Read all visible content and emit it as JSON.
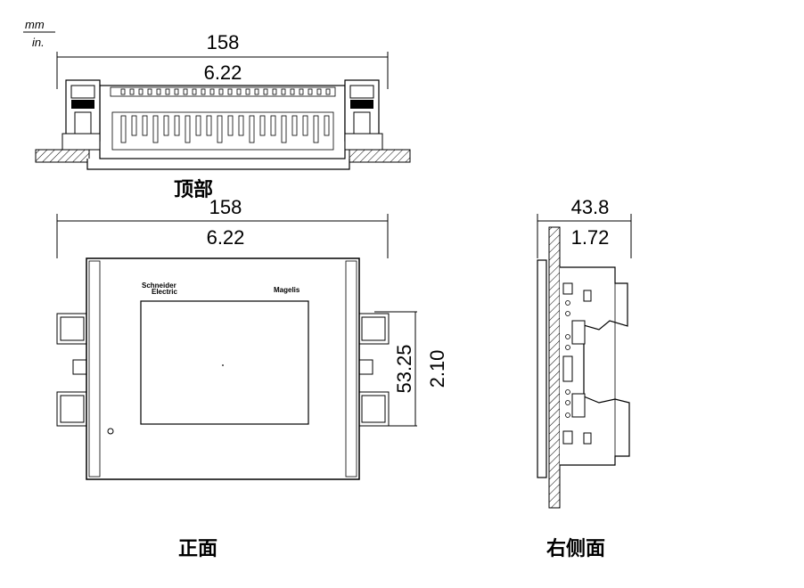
{
  "units": {
    "top": "mm",
    "bottom": "in."
  },
  "top_view": {
    "label": "顶部",
    "width_mm": "158",
    "width_in": "6.22"
  },
  "front_view": {
    "label": "正面",
    "width_mm": "158",
    "width_in": "6.22",
    "height_mm": "53.25",
    "height_in": "2.10",
    "brand_left": "Schneider",
    "brand_left_sub": "Electric",
    "brand_right": "Magelis"
  },
  "side_view": {
    "label": "右侧面",
    "depth_mm": "43.8",
    "depth_in": "1.72"
  }
}
